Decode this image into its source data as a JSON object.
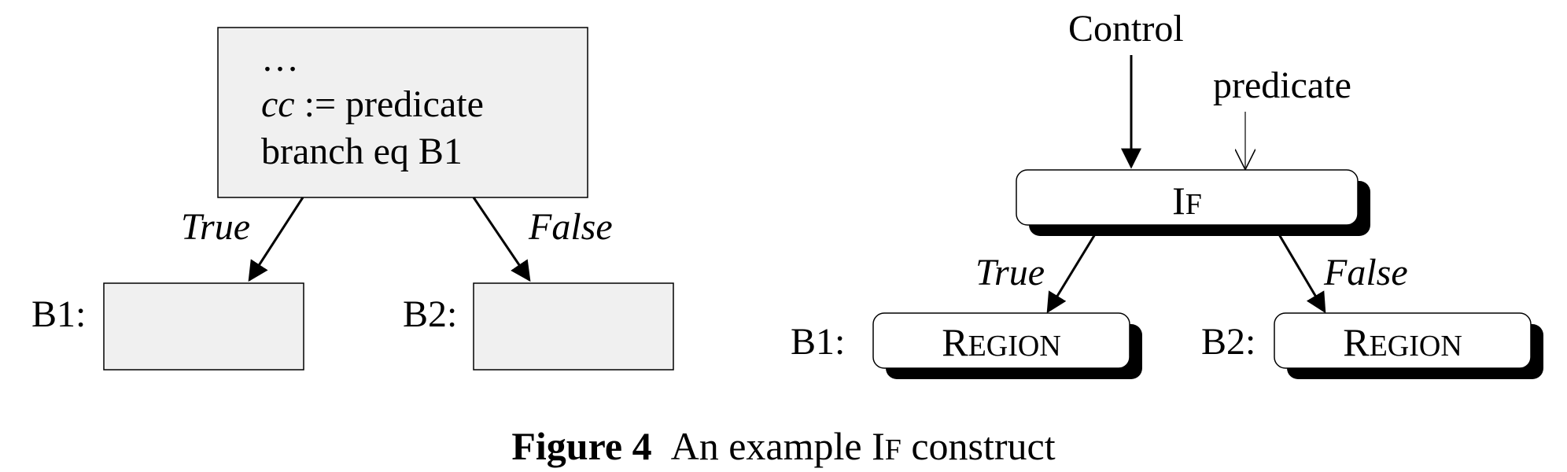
{
  "left": {
    "code_lines": [
      "…",
      "cc := predicate",
      "branch eq B1"
    ],
    "code_italic_part": "cc",
    "code_line2_rest": " := predicate",
    "true_label": "True",
    "false_label": "False",
    "b1_label": "B1:",
    "b2_label": "B2:"
  },
  "right": {
    "control_label": "Control",
    "predicate_label": "predicate",
    "if_node": {
      "cap": "I",
      "rest": "F"
    },
    "true_label": "True",
    "false_label": "False",
    "b1_label": "B1:",
    "b2_label": "B2:",
    "region_node": {
      "cap": "R",
      "rest": "EGION"
    }
  },
  "caption": {
    "bold": "Figure 4",
    "text_before": "An example ",
    "sc_cap": "I",
    "sc_rest": "F",
    "text_after": " construct"
  },
  "colors": {
    "box_fill": "#f0f0f0",
    "shadow": "#000000",
    "line": "#000000"
  }
}
